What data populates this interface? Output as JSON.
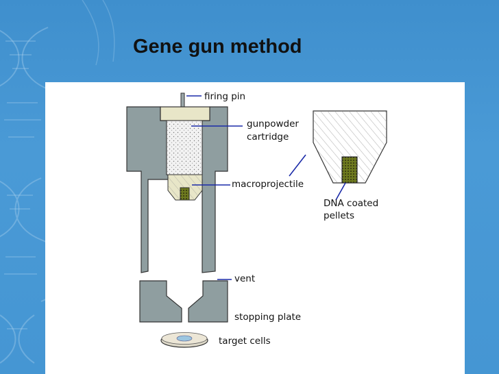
{
  "slide": {
    "title": "Gene gun method"
  },
  "diagram": {
    "labels": {
      "firing_pin": "firing pin",
      "gunpowder_line1": "gunpowder",
      "gunpowder_line2": "cartridge",
      "macroprojectile": "macroprojectile",
      "dna_line1": "DNA coated",
      "dna_line2": "pellets",
      "vent": "vent",
      "stopping_plate": "stopping plate",
      "target_cells": "target cells"
    },
    "colors": {
      "body": "#8f9ea0",
      "leader_line": "#1a2aa8",
      "pellet": "#6e7a1f",
      "cartridge_fill": "#eeeeee",
      "cap_fill": "#e8e6c8",
      "background": "#4596d3"
    }
  }
}
